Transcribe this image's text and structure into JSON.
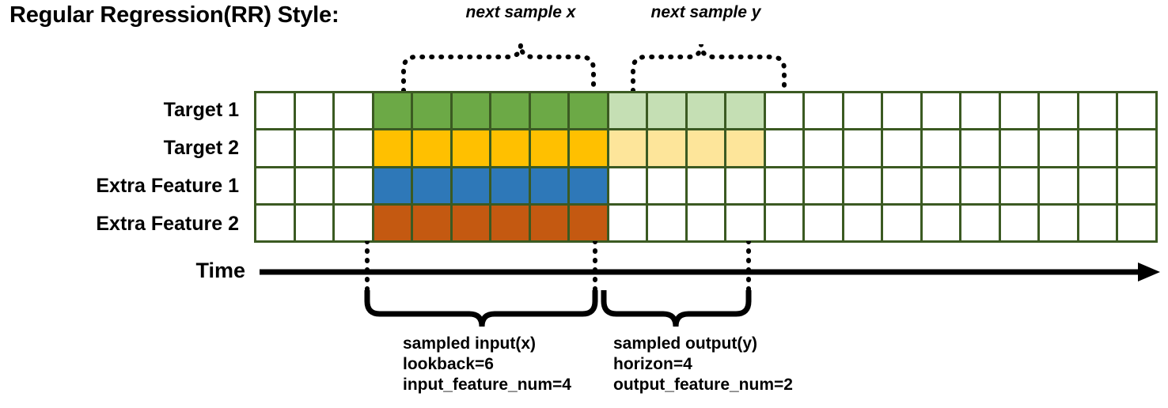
{
  "title": "Regular Regression(RR) Style:",
  "top_braces": [
    {
      "label": "next sample x"
    },
    {
      "label": "next sample y"
    }
  ],
  "rows": [
    {
      "label": "Target 1",
      "cells": [
        "white",
        "white",
        "white",
        "green",
        "green",
        "green",
        "green",
        "green",
        "green",
        "greenlight",
        "greenlight",
        "greenlight",
        "greenlight",
        "white",
        "white",
        "white",
        "white",
        "white",
        "white",
        "white",
        "white",
        "white",
        "white"
      ]
    },
    {
      "label": "Target 2",
      "cells": [
        "white",
        "white",
        "white",
        "gold",
        "gold",
        "gold",
        "gold",
        "gold",
        "gold",
        "goldlight",
        "goldlight",
        "goldlight",
        "goldlight",
        "white",
        "white",
        "white",
        "white",
        "white",
        "white",
        "white",
        "white",
        "white",
        "white"
      ]
    },
    {
      "label": "Extra Feature 1",
      "cells": [
        "white",
        "white",
        "white",
        "blue",
        "blue",
        "blue",
        "blue",
        "blue",
        "blue",
        "white",
        "white",
        "white",
        "white",
        "white",
        "white",
        "white",
        "white",
        "white",
        "white",
        "white",
        "white",
        "white",
        "white"
      ]
    },
    {
      "label": "Extra Feature 2",
      "cells": [
        "white",
        "white",
        "white",
        "orange",
        "orange",
        "orange",
        "orange",
        "orange",
        "orange",
        "white",
        "white",
        "white",
        "white",
        "white",
        "white",
        "white",
        "white",
        "white",
        "white",
        "white",
        "white",
        "white",
        "white"
      ]
    }
  ],
  "axis": {
    "label": "Time"
  },
  "captions": [
    {
      "title": "sampled input(x)",
      "line2": "lookback=6",
      "line3": "input_feature_num=4"
    },
    {
      "title": "sampled output(y)",
      "line2": "horizon=4",
      "line3": "output_feature_num=2"
    }
  ],
  "colors": {
    "grid_border": "#3b5a22",
    "target1": "#6CA946",
    "target1_faded": "#C5DFB4",
    "target2": "#FFC000",
    "target2_faded": "#FDE59A",
    "extra_feature1": "#2E78B8",
    "extra_feature2": "#C45911"
  },
  "grid_meta": {
    "columns": 23,
    "input_start_col": 4,
    "input_end_col": 9,
    "output_start_col": 10,
    "output_end_col": 13
  }
}
